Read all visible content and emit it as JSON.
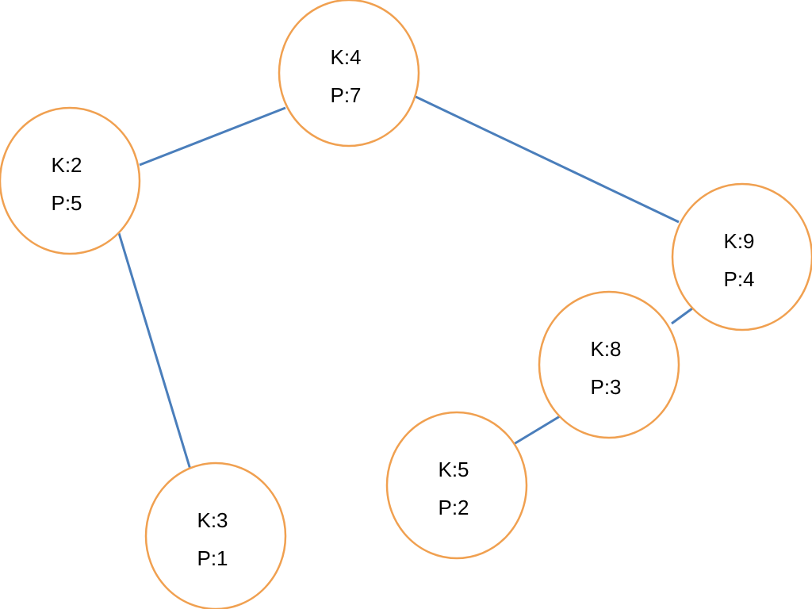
{
  "colors": {
    "edge": "#4a7ebb",
    "node_border": "#f0a050",
    "node_fill": "#ffffff",
    "text": "#000000"
  },
  "nodes": [
    {
      "id": "k4",
      "key_label": "K:4",
      "priority_label": "P:7"
    },
    {
      "id": "k2",
      "key_label": "K:2",
      "priority_label": "P:5"
    },
    {
      "id": "k9",
      "key_label": "K:9",
      "priority_label": "P:4"
    },
    {
      "id": "k8",
      "key_label": "K:8",
      "priority_label": "P:3"
    },
    {
      "id": "k5",
      "key_label": "K:5",
      "priority_label": "P:2"
    },
    {
      "id": "k3",
      "key_label": "K:3",
      "priority_label": "P:1"
    }
  ],
  "edges": [
    {
      "from": "k4",
      "to": "k2"
    },
    {
      "from": "k4",
      "to": "k9"
    },
    {
      "from": "k2",
      "to": "k3"
    },
    {
      "from": "k9",
      "to": "k8"
    },
    {
      "from": "k8",
      "to": "k5"
    }
  ]
}
